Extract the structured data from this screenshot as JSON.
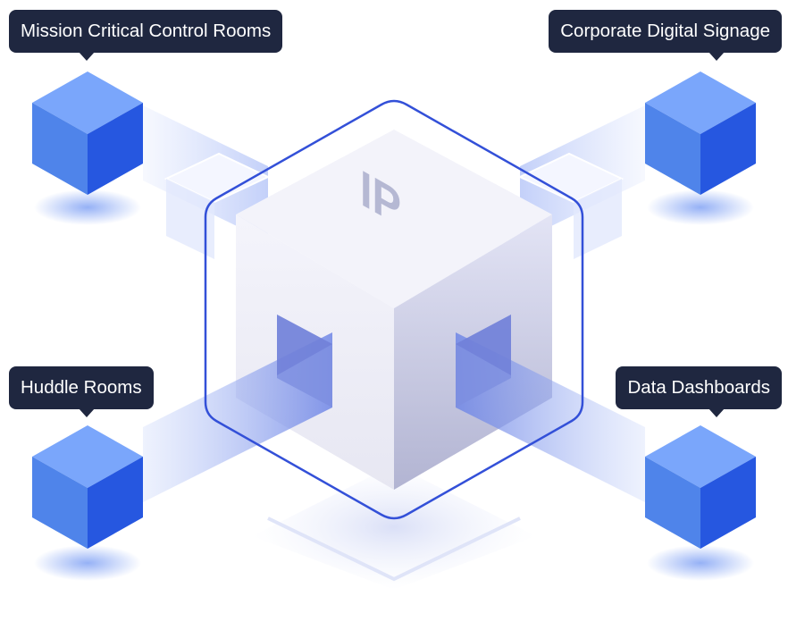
{
  "hub": {
    "label": "IP"
  },
  "endpoints": [
    {
      "id": "top-left",
      "label": "Mission Critical Control Rooms"
    },
    {
      "id": "top-right",
      "label": "Corporate Digital Signage"
    },
    {
      "id": "bottom-left",
      "label": "Huddle Rooms"
    },
    {
      "id": "bottom-right",
      "label": "Data Dashboards"
    }
  ],
  "colors": {
    "label_bg": "#1f2740",
    "label_text": "#ffffff",
    "cube_top": "#7aa6fb",
    "cube_left": "#4f84ea",
    "cube_right": "#2657e0",
    "hub_outline": "#3350d8"
  }
}
